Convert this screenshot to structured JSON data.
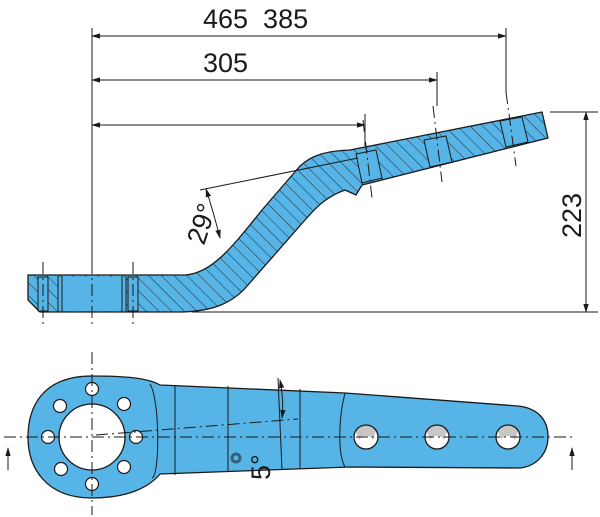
{
  "dimensions": {
    "top_combined": "465  385",
    "second": "305",
    "height": "223",
    "angle_bend": "29°",
    "angle_plan": "5°"
  },
  "colors": {
    "part_fill": "#56b4e6",
    "line": "#1a1a1a",
    "hole_fill": "#ffffff",
    "background": "#ffffff"
  }
}
